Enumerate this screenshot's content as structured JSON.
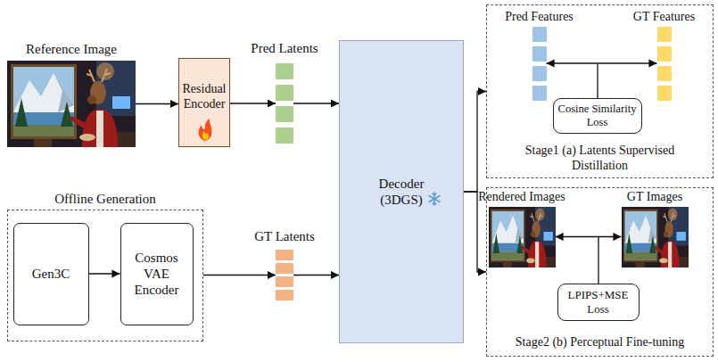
{
  "diagram": {
    "nodes": [
      {
        "text": [
          "Reference Image"
        ]
      },
      {
        "text": [
          "Residual Encoder"
        ]
      },
      {
        "text": [
          "Pred Latents"
        ]
      },
      {
        "text": [
          "Decoder (3DGS)"
        ]
      },
      {
        "text": [
          "Offline Generation"
        ]
      },
      {
        "text": [
          "Gen3C"
        ],
        "in": 4
      },
      {
        "text": [
          "Cosmos VAE Encoder"
        ],
        "in": 4
      },
      {
        "text": [
          "GT Latents"
        ]
      },
      {
        "text": [
          "Stage1 (a) Latents Supervised Distillation"
        ]
      },
      {
        "text": [
          "Pred Features"
        ],
        "in": 8
      },
      {
        "text": [
          "GT Features"
        ],
        "in": 8
      },
      {
        "text": [
          "Cosine Similarity Loss"
        ],
        "in": 8
      },
      {
        "text": [
          "Stage2 (b) Perceptual Fine-tuning"
        ]
      },
      {
        "text": [
          "Rendered Images"
        ],
        "in": 12
      },
      {
        "text": [
          "GT Images"
        ],
        "in": 12
      },
      {
        "text": [
          "LPIPS+MSE Loss"
        ],
        "in": 12
      }
    ],
    "edges": [
      {
        "from": 0,
        "to": 1,
        "arrow": "to"
      },
      {
        "from": 1,
        "to": 2,
        "arrow": "to"
      },
      {
        "from": 2,
        "to": 3,
        "arrow": "to"
      },
      {
        "from": 5,
        "to": 6,
        "arrow": "to"
      },
      {
        "from": 4,
        "to": 7,
        "arrow": "to"
      },
      {
        "from": 7,
        "to": 3,
        "arrow": "to"
      },
      {
        "from": 3,
        "to": 8,
        "arrow": "to"
      },
      {
        "from": 3,
        "to": 12,
        "arrow": "to"
      },
      {
        "from": 9,
        "to": 10,
        "arrow": "both"
      },
      {
        "from": 13,
        "to": 14,
        "arrow": "both"
      }
    ]
  }
}
